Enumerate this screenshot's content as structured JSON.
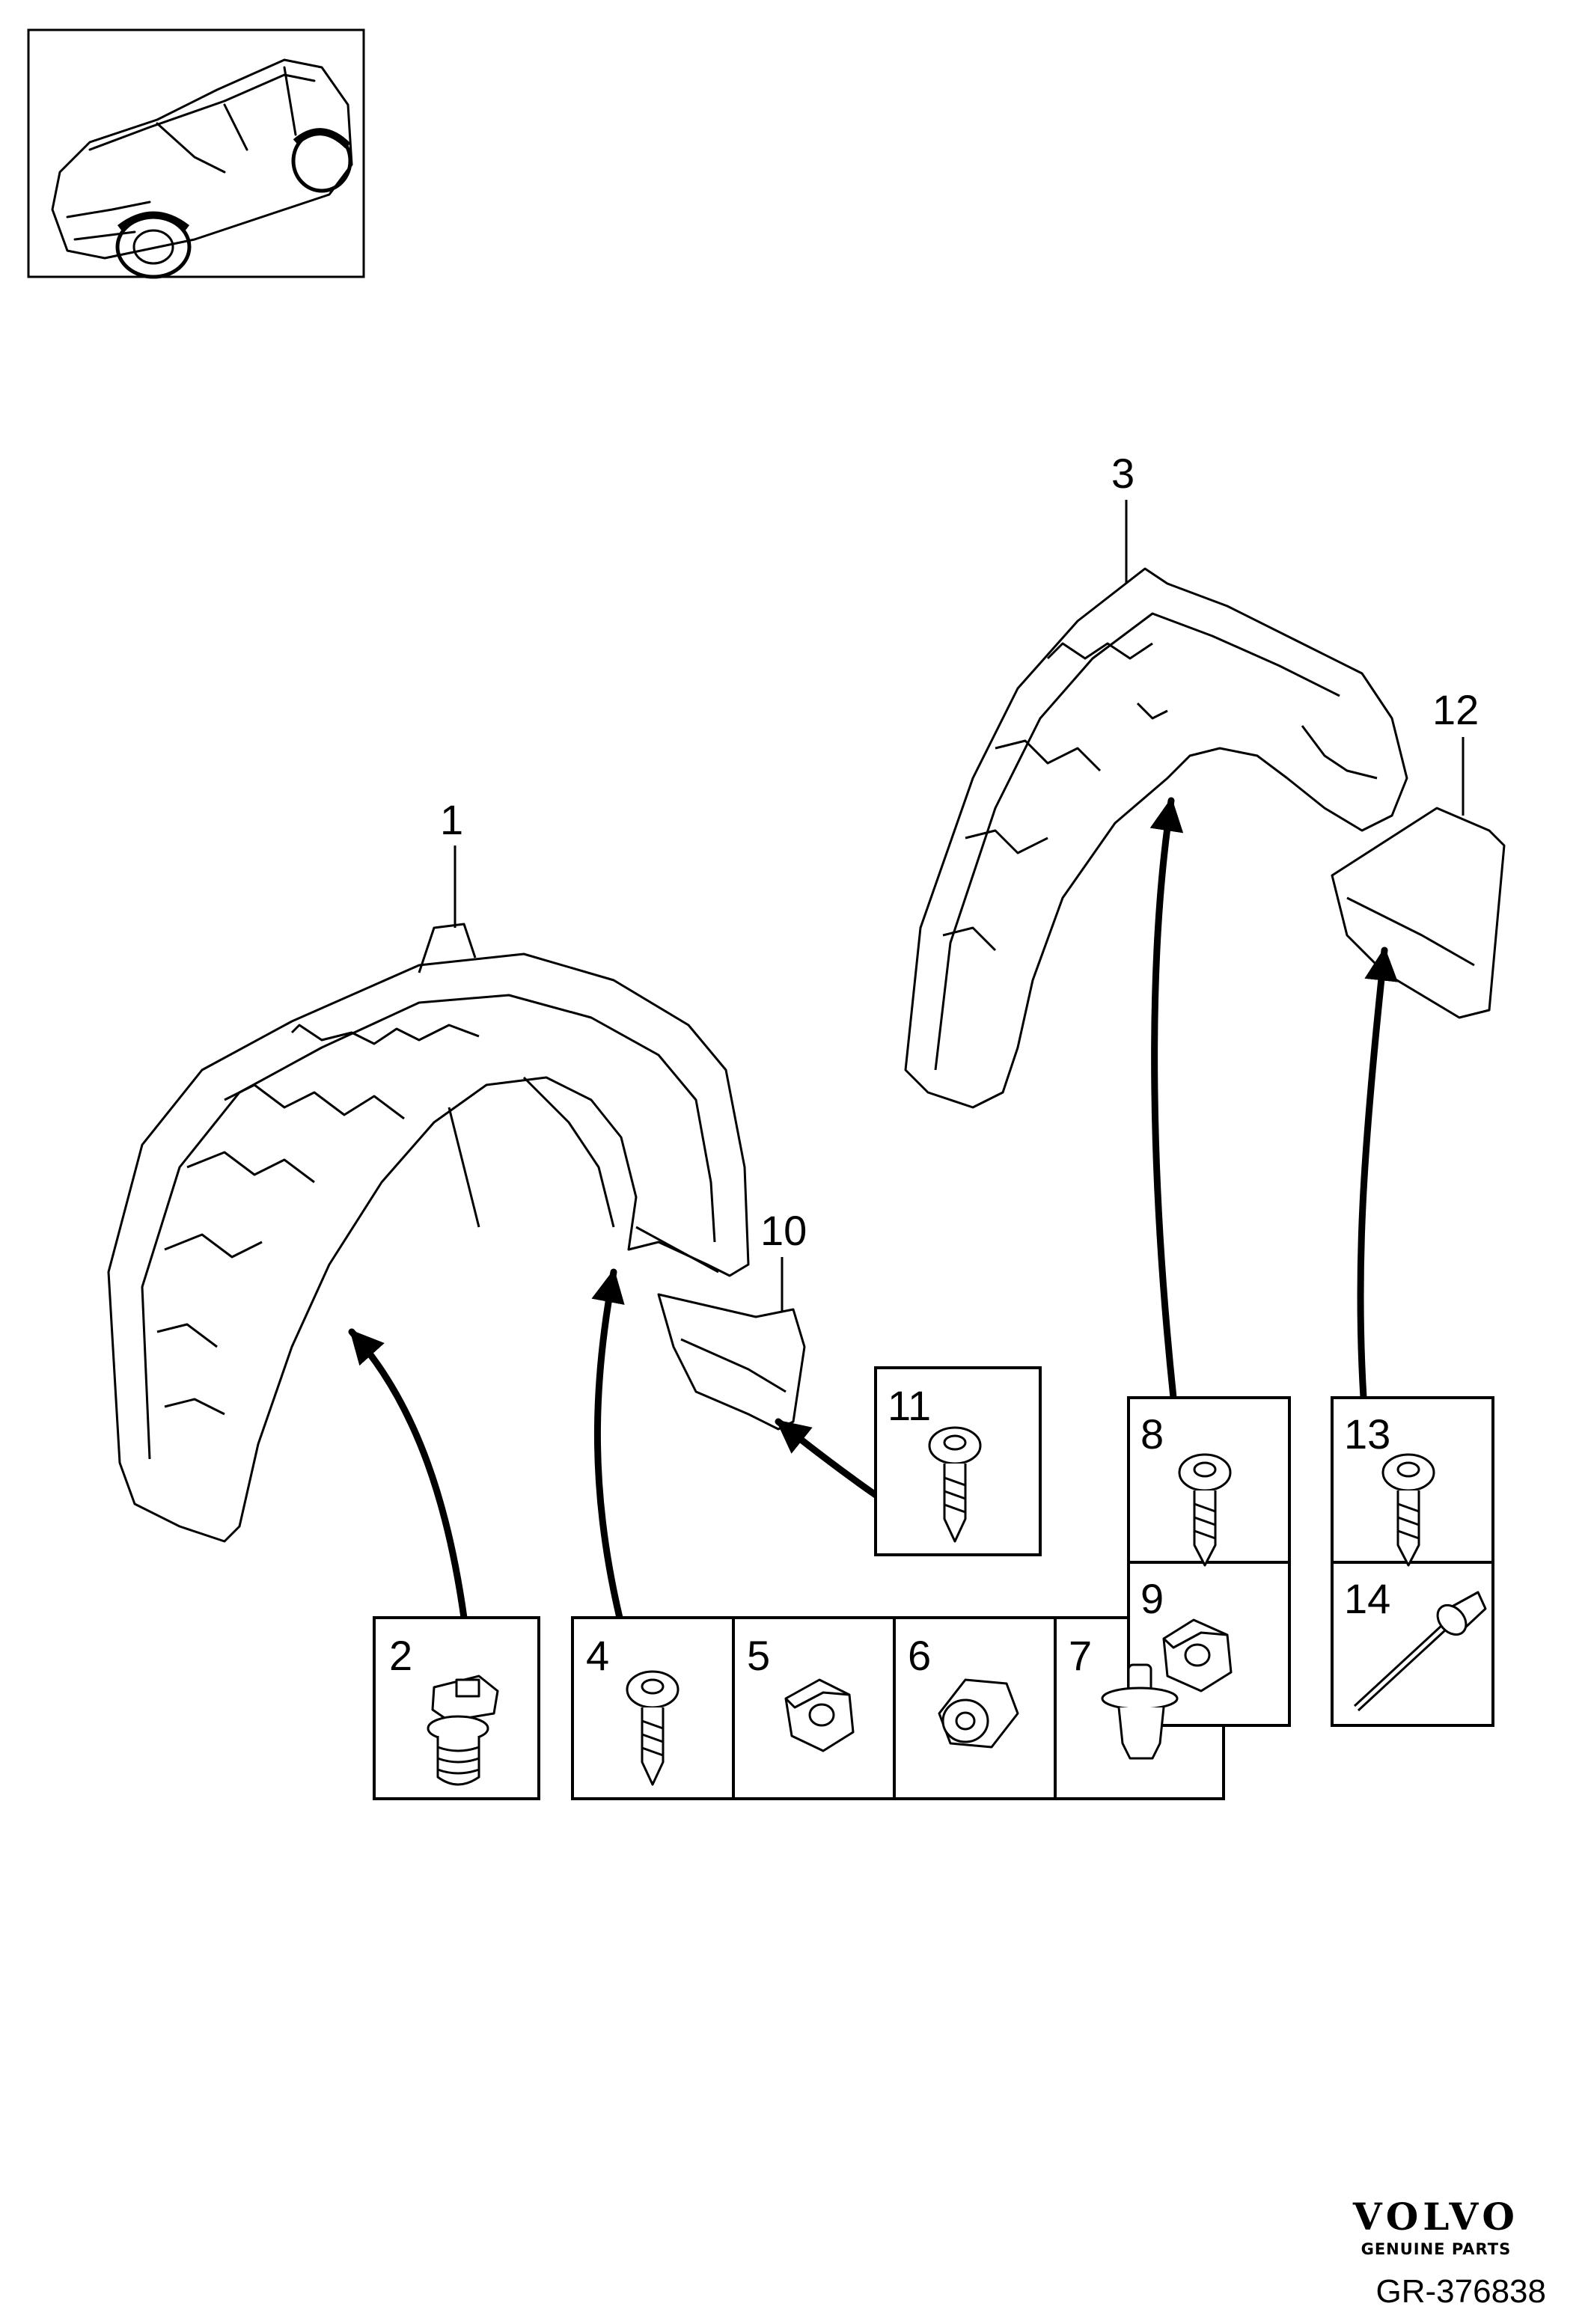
{
  "callouts": {
    "n1": "1",
    "n2": "2",
    "n3": "3",
    "n4": "4",
    "n5": "5",
    "n6": "6",
    "n7": "7",
    "n8": "8",
    "n9": "9",
    "n10": "10",
    "n11": "11",
    "n12": "12",
    "n13": "13",
    "n14": "14"
  },
  "brand": {
    "name": "VOLVO",
    "tagline": "GENUINE PARTS"
  },
  "drawing_id": "GR-376838"
}
